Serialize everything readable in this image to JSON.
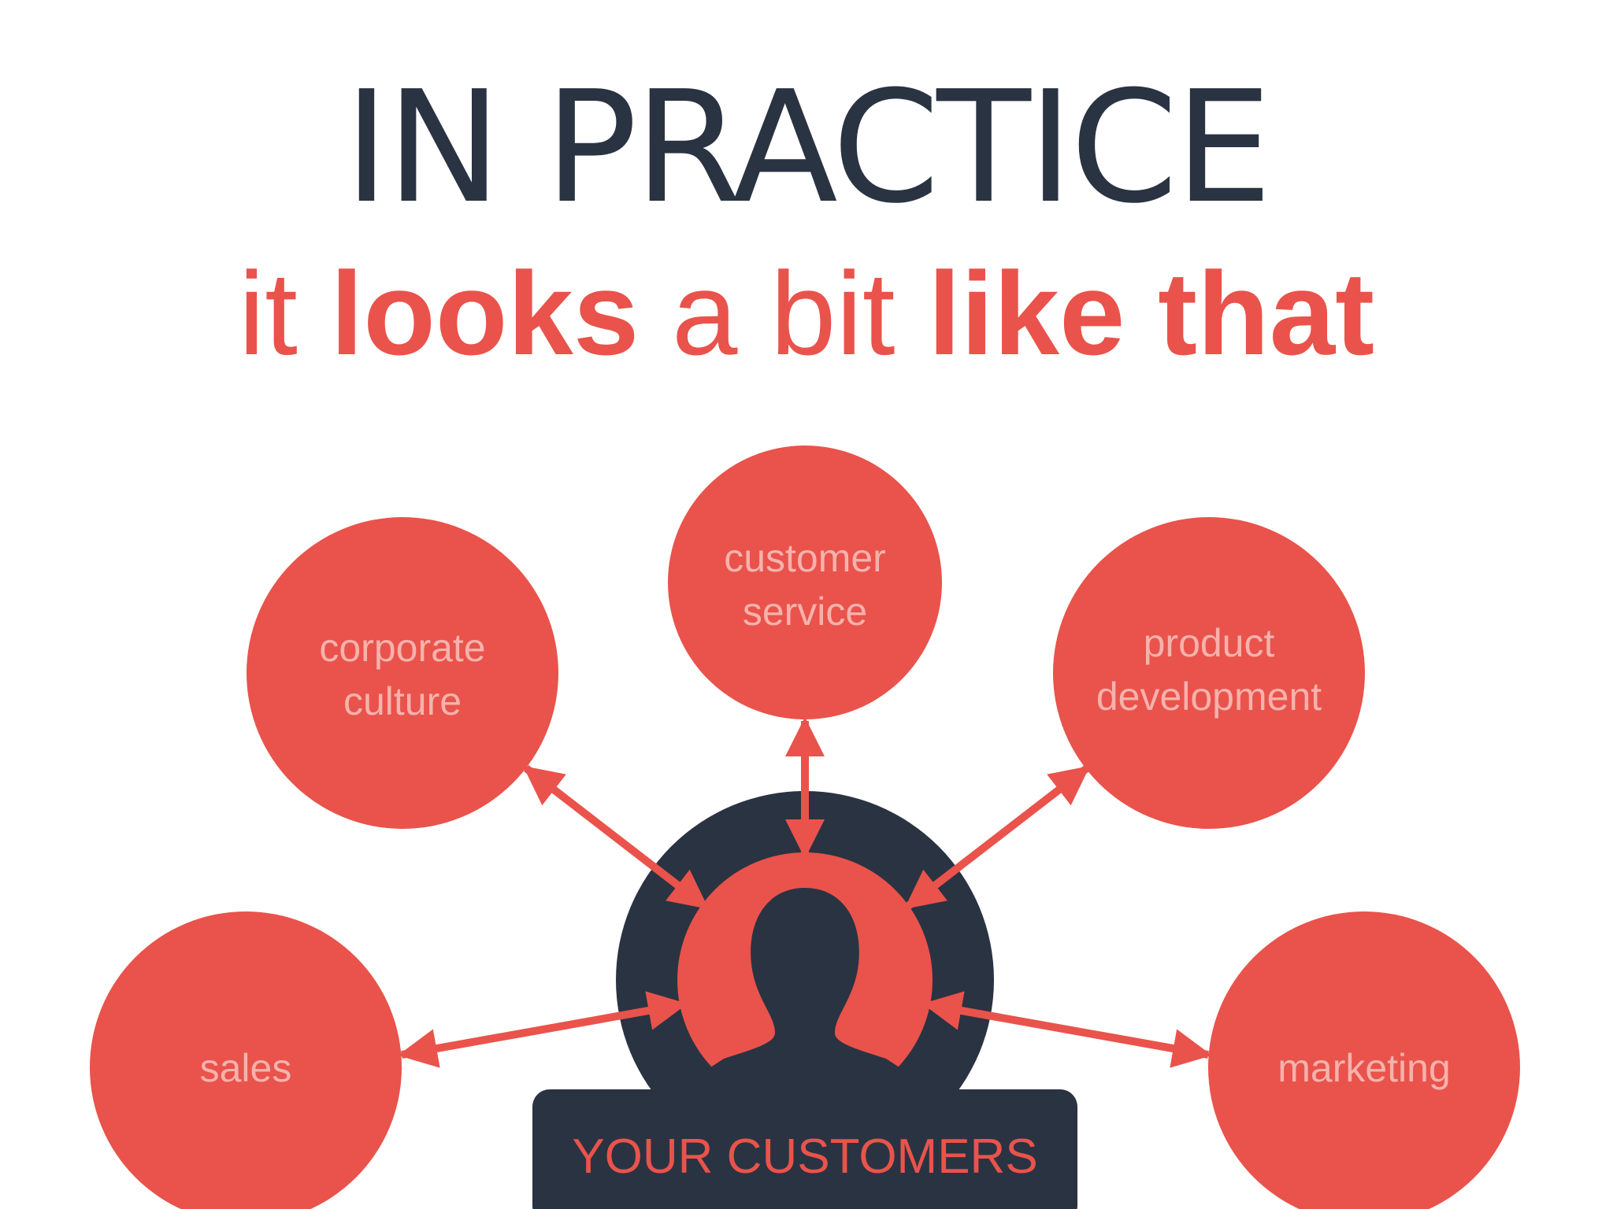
{
  "title": "IN PRACTICE",
  "subtitle": {
    "part1": "it",
    "part2": "looks",
    "part3": "a bit",
    "part4": "like that"
  },
  "colors": {
    "accent": "#e9534b",
    "dark": "#2a3342",
    "node_text": "#f6b2ad"
  },
  "hub": {
    "icon": "person-silhouette-icon",
    "label": "YOUR CUSTOMERS"
  },
  "nodes": [
    {
      "id": "corporate-culture",
      "lines": [
        "corporate",
        "culture"
      ]
    },
    {
      "id": "customer-service",
      "lines": [
        "customer",
        "service"
      ]
    },
    {
      "id": "product-development",
      "lines": [
        "product",
        "development"
      ]
    },
    {
      "id": "sales",
      "lines": [
        "sales"
      ]
    },
    {
      "id": "marketing",
      "lines": [
        "marketing"
      ]
    }
  ]
}
